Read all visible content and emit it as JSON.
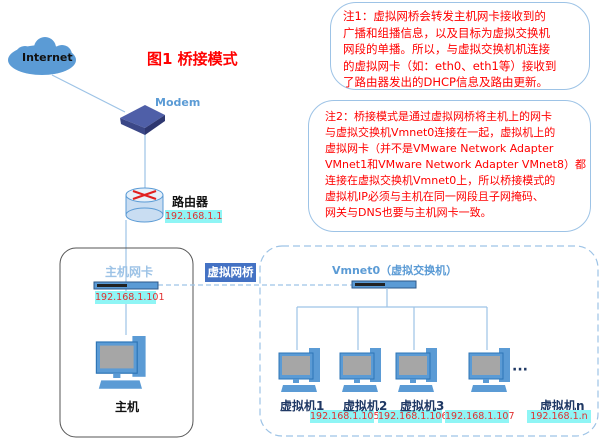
{
  "title": "图1  桥接模式",
  "internet": "Internet",
  "modem": "Modem",
  "router": {
    "label": "路由器",
    "ip": "192.168.1.1"
  },
  "host": {
    "nic_label": "主机网卡",
    "nic_ip": "192.168.1.101",
    "label": "主机"
  },
  "bridge": "虚拟网桥",
  "vswitch": "Vmnet0（虚拟交换机）",
  "vms": [
    {
      "label": "虚拟机1",
      "ip": "192.168.1.105"
    },
    {
      "label": "虚拟机2",
      "ip": "192.168.1.106"
    },
    {
      "label": "虚拟机3",
      "ip": "192.168.1.107"
    },
    {
      "label": "虚拟机n",
      "ip": "192.168.1.n"
    }
  ],
  "ellipsis": "···",
  "note1": [
    "注1：虚拟网桥会转发主机网卡接收到的",
    "广播和组播信息，以及目标为虚拟交换机",
    "网段的单播。所以，与虚拟交换机机连接",
    "的虚拟网卡（如：eth0、eth1等）接收到",
    "了路由器发出的DHCP信息及路由更新。"
  ],
  "note2": [
    "注2：桥接模式是通过虚拟网桥将主机上的网卡",
    "与虚拟交换机Vmnet0连接在一起，虚拟机上的",
    "虚拟网卡（并不是VMware Network Adapter",
    "VMnet1和VMware Network Adapter VMnet8）都",
    "连接在虚拟交换机Vmnet0上，所以桥接模式的",
    "虚拟机IP必须与主机在同一网段且子网掩码、",
    "网关与DNS也要与主机网卡一致。"
  ],
  "colors": {
    "line": "#9dc3e6",
    "note_text": "#ff0000",
    "bridge_fill": "#4472c4",
    "ip_fill": "#8ff5f5"
  }
}
